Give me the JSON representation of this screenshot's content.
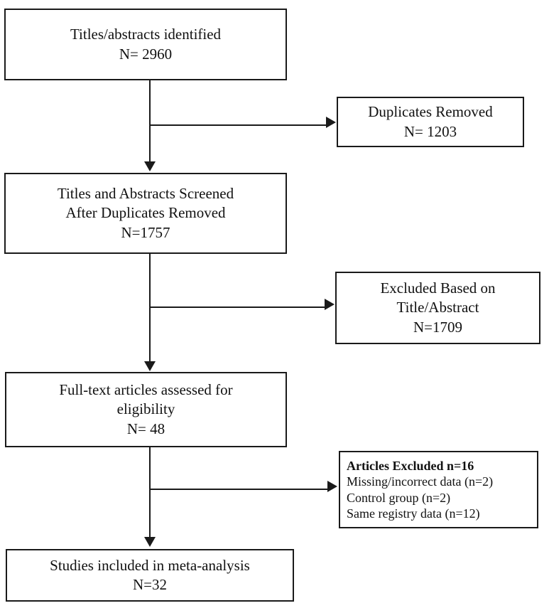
{
  "diagram": {
    "type": "prisma-flow-diagram",
    "nodes": {
      "identified": {
        "lines": [
          "Titles/abstracts identified",
          "N= 2960"
        ]
      },
      "duplicates_removed": {
        "lines": [
          "Duplicates Removed",
          "N= 1203"
        ]
      },
      "screened": {
        "lines": [
          "Titles and Abstracts Screened",
          "After Duplicates Removed",
          "N=1757"
        ]
      },
      "excluded_title_abstract": {
        "lines": [
          "Excluded Based on",
          "Title/Abstract",
          "N=1709"
        ]
      },
      "fulltext_assessed": {
        "lines": [
          "Full-text articles assessed for",
          "eligibility",
          "N= 48"
        ]
      },
      "articles_excluded": {
        "heading": "Articles Excluded n=16",
        "reasons": [
          "Missing/incorrect data (n=2)",
          "Control group (n=2)",
          "Same registry data (n=12)"
        ]
      },
      "included": {
        "lines": [
          "Studies included in meta-analysis",
          "N=32"
        ]
      }
    },
    "colors": {
      "stroke": "#1a1a1a",
      "fill": "#ffffff",
      "text": "#111111"
    }
  }
}
